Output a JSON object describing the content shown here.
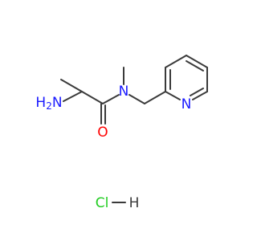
{
  "atoms": {
    "amine": "NH2",
    "amine_n": "N",
    "amine_h": "H",
    "amine_sub": "2",
    "amide_n": "N",
    "carbonyl_o": "O",
    "pyridine_n": "N",
    "cl": "Cl",
    "h": "H"
  },
  "colors": {
    "bond": "#3a3a3a",
    "nitrogen": "#1a1aff",
    "oxygen": "#ff0000",
    "chlorine": "#1fcc1f",
    "hydrogen": "#3a3a3a"
  }
}
